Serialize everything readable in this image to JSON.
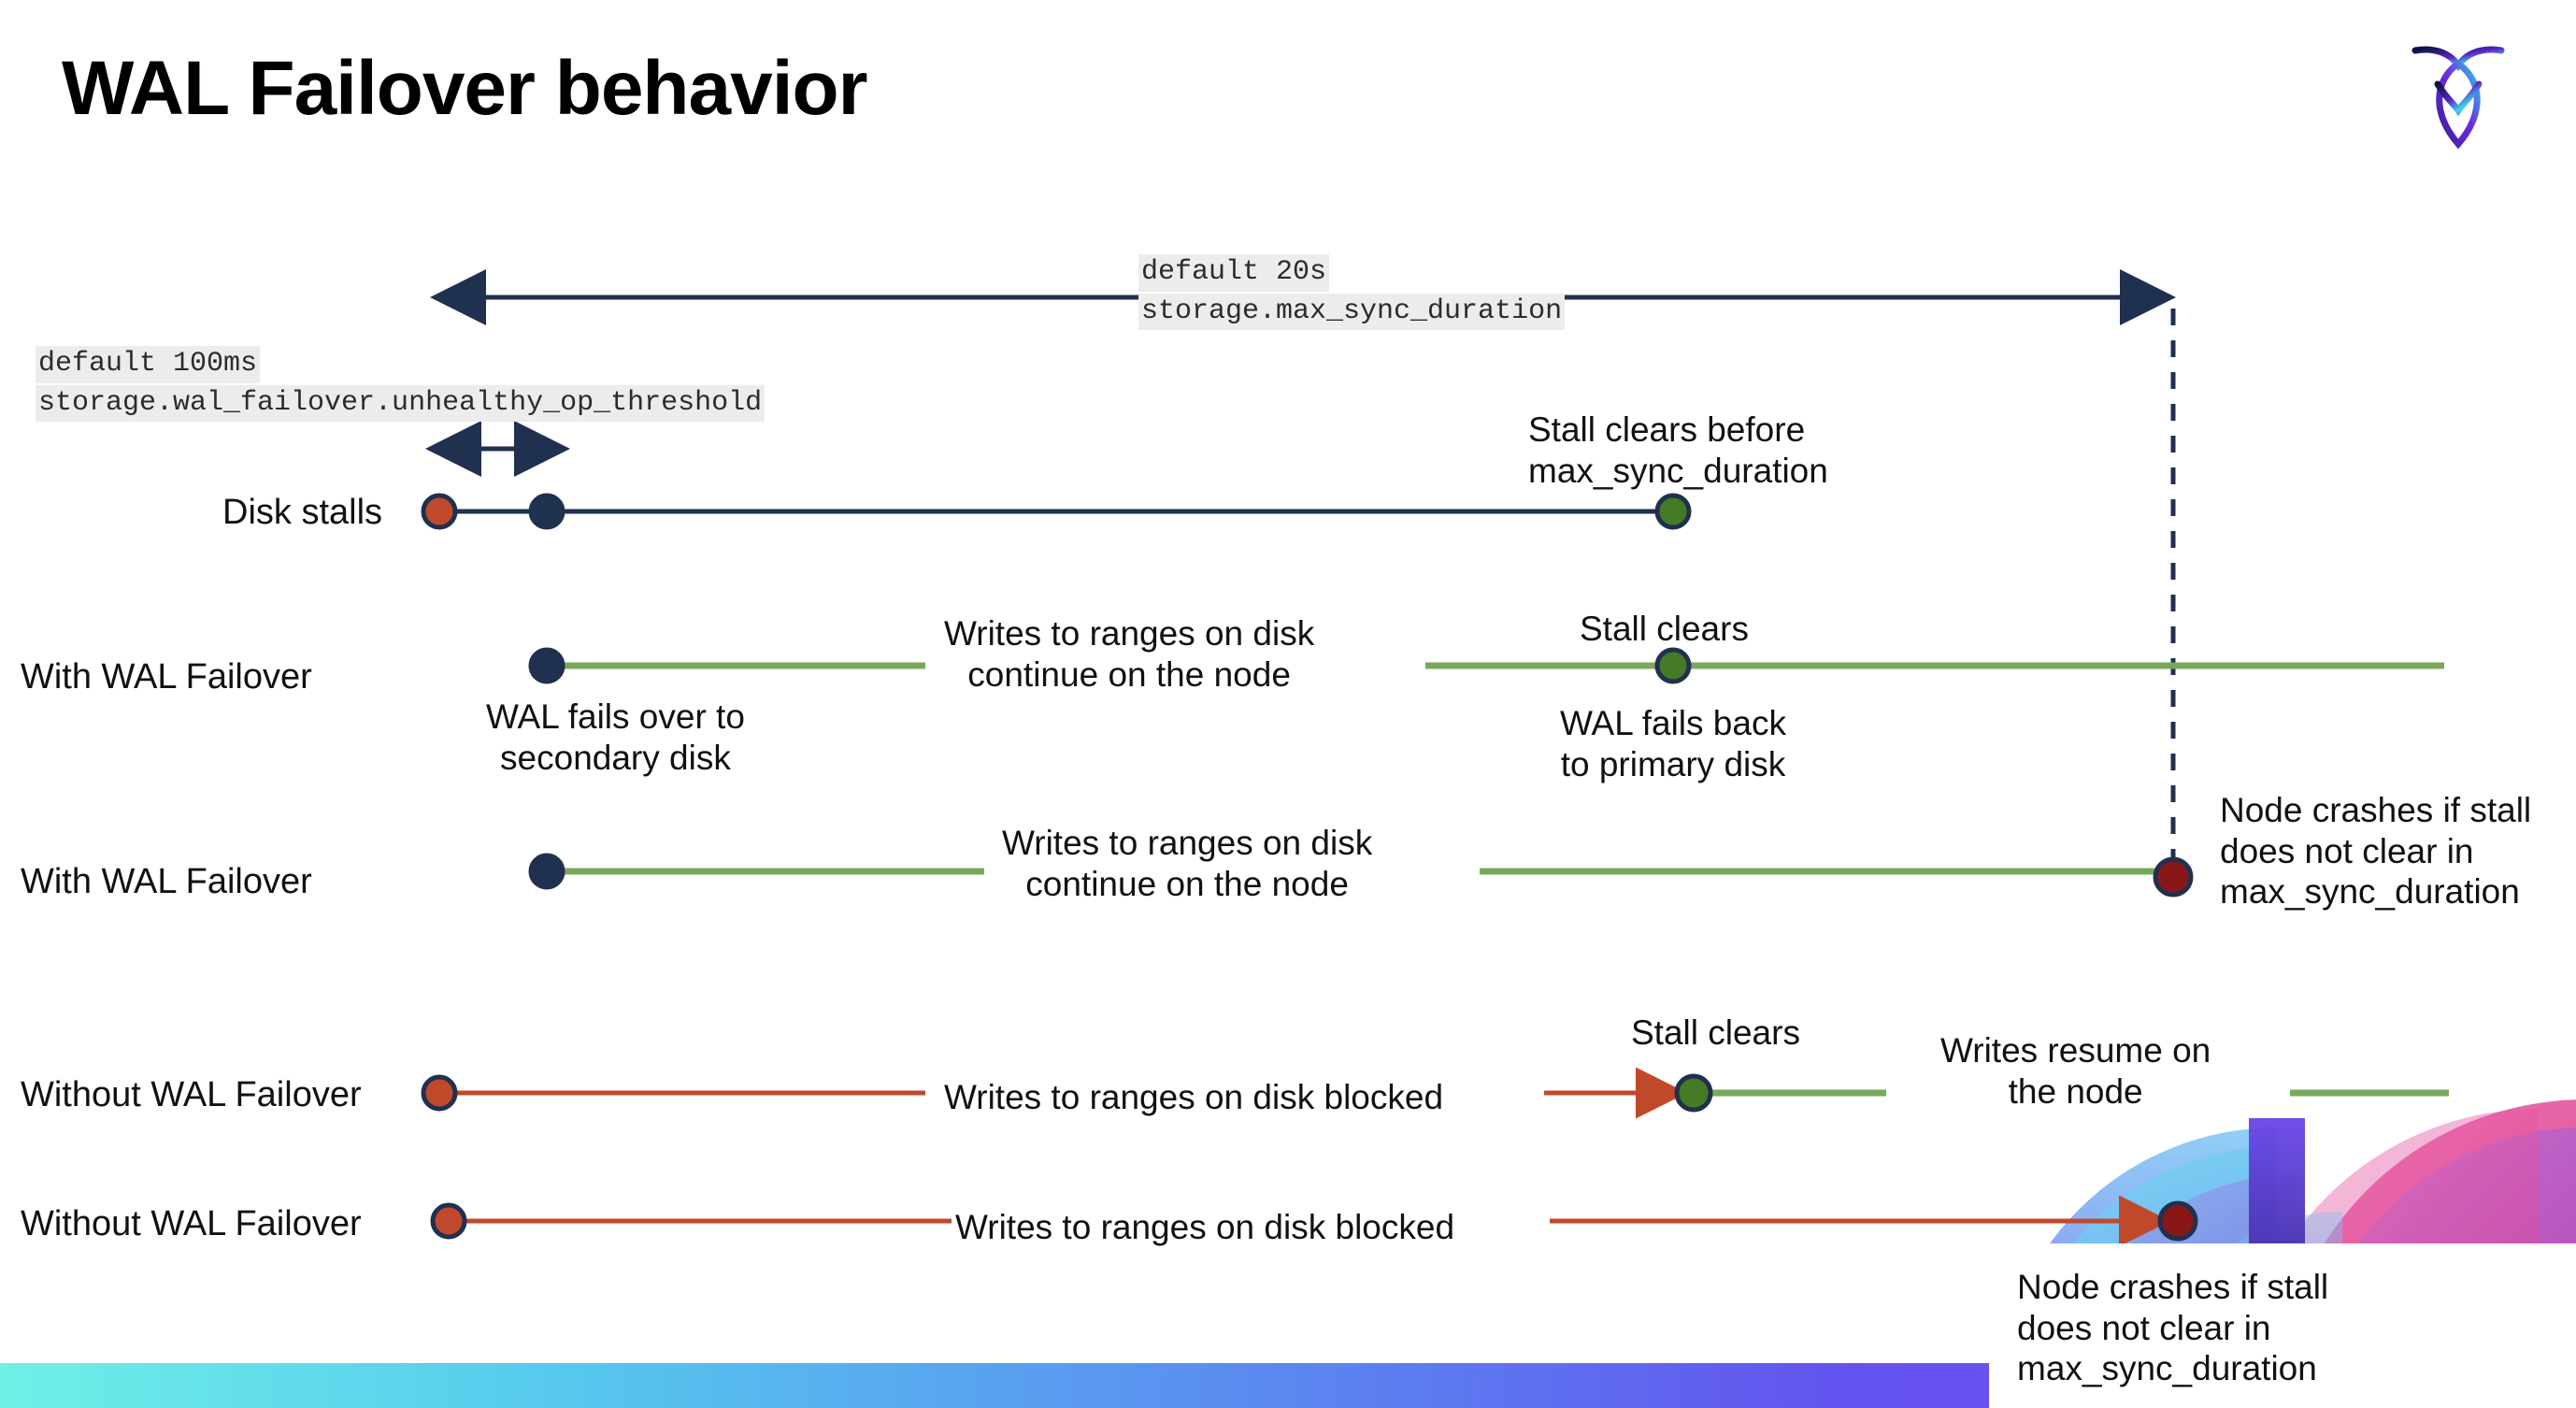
{
  "slide": {
    "title": "WAL Failover behavior",
    "logo_name": "cockroachdb-logo"
  },
  "settings": {
    "max_sync": {
      "default_label": "default 20s",
      "setting_name": "storage.max_sync_duration"
    },
    "unhealthy_op": {
      "default_label": "default 100ms",
      "setting_name": "storage.wal_failover.unhealthy_op_threshold"
    }
  },
  "rows": [
    {
      "label": "Disk stalls",
      "kind": "baseline"
    },
    {
      "label": "With WAL Failover",
      "kind": "with-failover-clears"
    },
    {
      "label": "With WAL Failover",
      "kind": "with-failover-crash"
    },
    {
      "label": "Without WAL Failover",
      "kind": "without-failover-clears"
    },
    {
      "label": "Without WAL Failover",
      "kind": "without-failover-crash"
    }
  ],
  "notes": {
    "stall_clears_before": [
      "Stall clears before",
      "max_sync_duration"
    ],
    "wal_fails_over": [
      "WAL fails over to",
      "secondary disk"
    ],
    "writes_continue_1": [
      "Writes to ranges on disk",
      "continue on the node"
    ],
    "stall_clears_1": "Stall clears",
    "wal_fails_back": [
      "WAL fails  back",
      "to primary disk"
    ],
    "writes_continue_2": [
      "Writes to ranges on disk",
      "continue on the node"
    ],
    "node_crash_1": [
      "Node crashes if stall",
      "does not clear in",
      "max_sync_duration"
    ],
    "stall_clears_2": "Stall clears",
    "writes_resume": [
      "Writes resume on",
      "the node"
    ],
    "writes_blocked_1": "Writes to ranges on disk  blocked",
    "writes_blocked_2": "Writes to ranges on disk  blocked",
    "node_crash_2": [
      "Node crashes if stall",
      "does not clear in",
      "max_sync_duration"
    ]
  },
  "colors": {
    "navy": "#20304f",
    "orange": "#c0492c",
    "green_dot": "#457a26",
    "green_line": "#7aa85a",
    "dark_red": "#8a1717",
    "code_bg": "#ececec",
    "text": "#111111"
  }
}
